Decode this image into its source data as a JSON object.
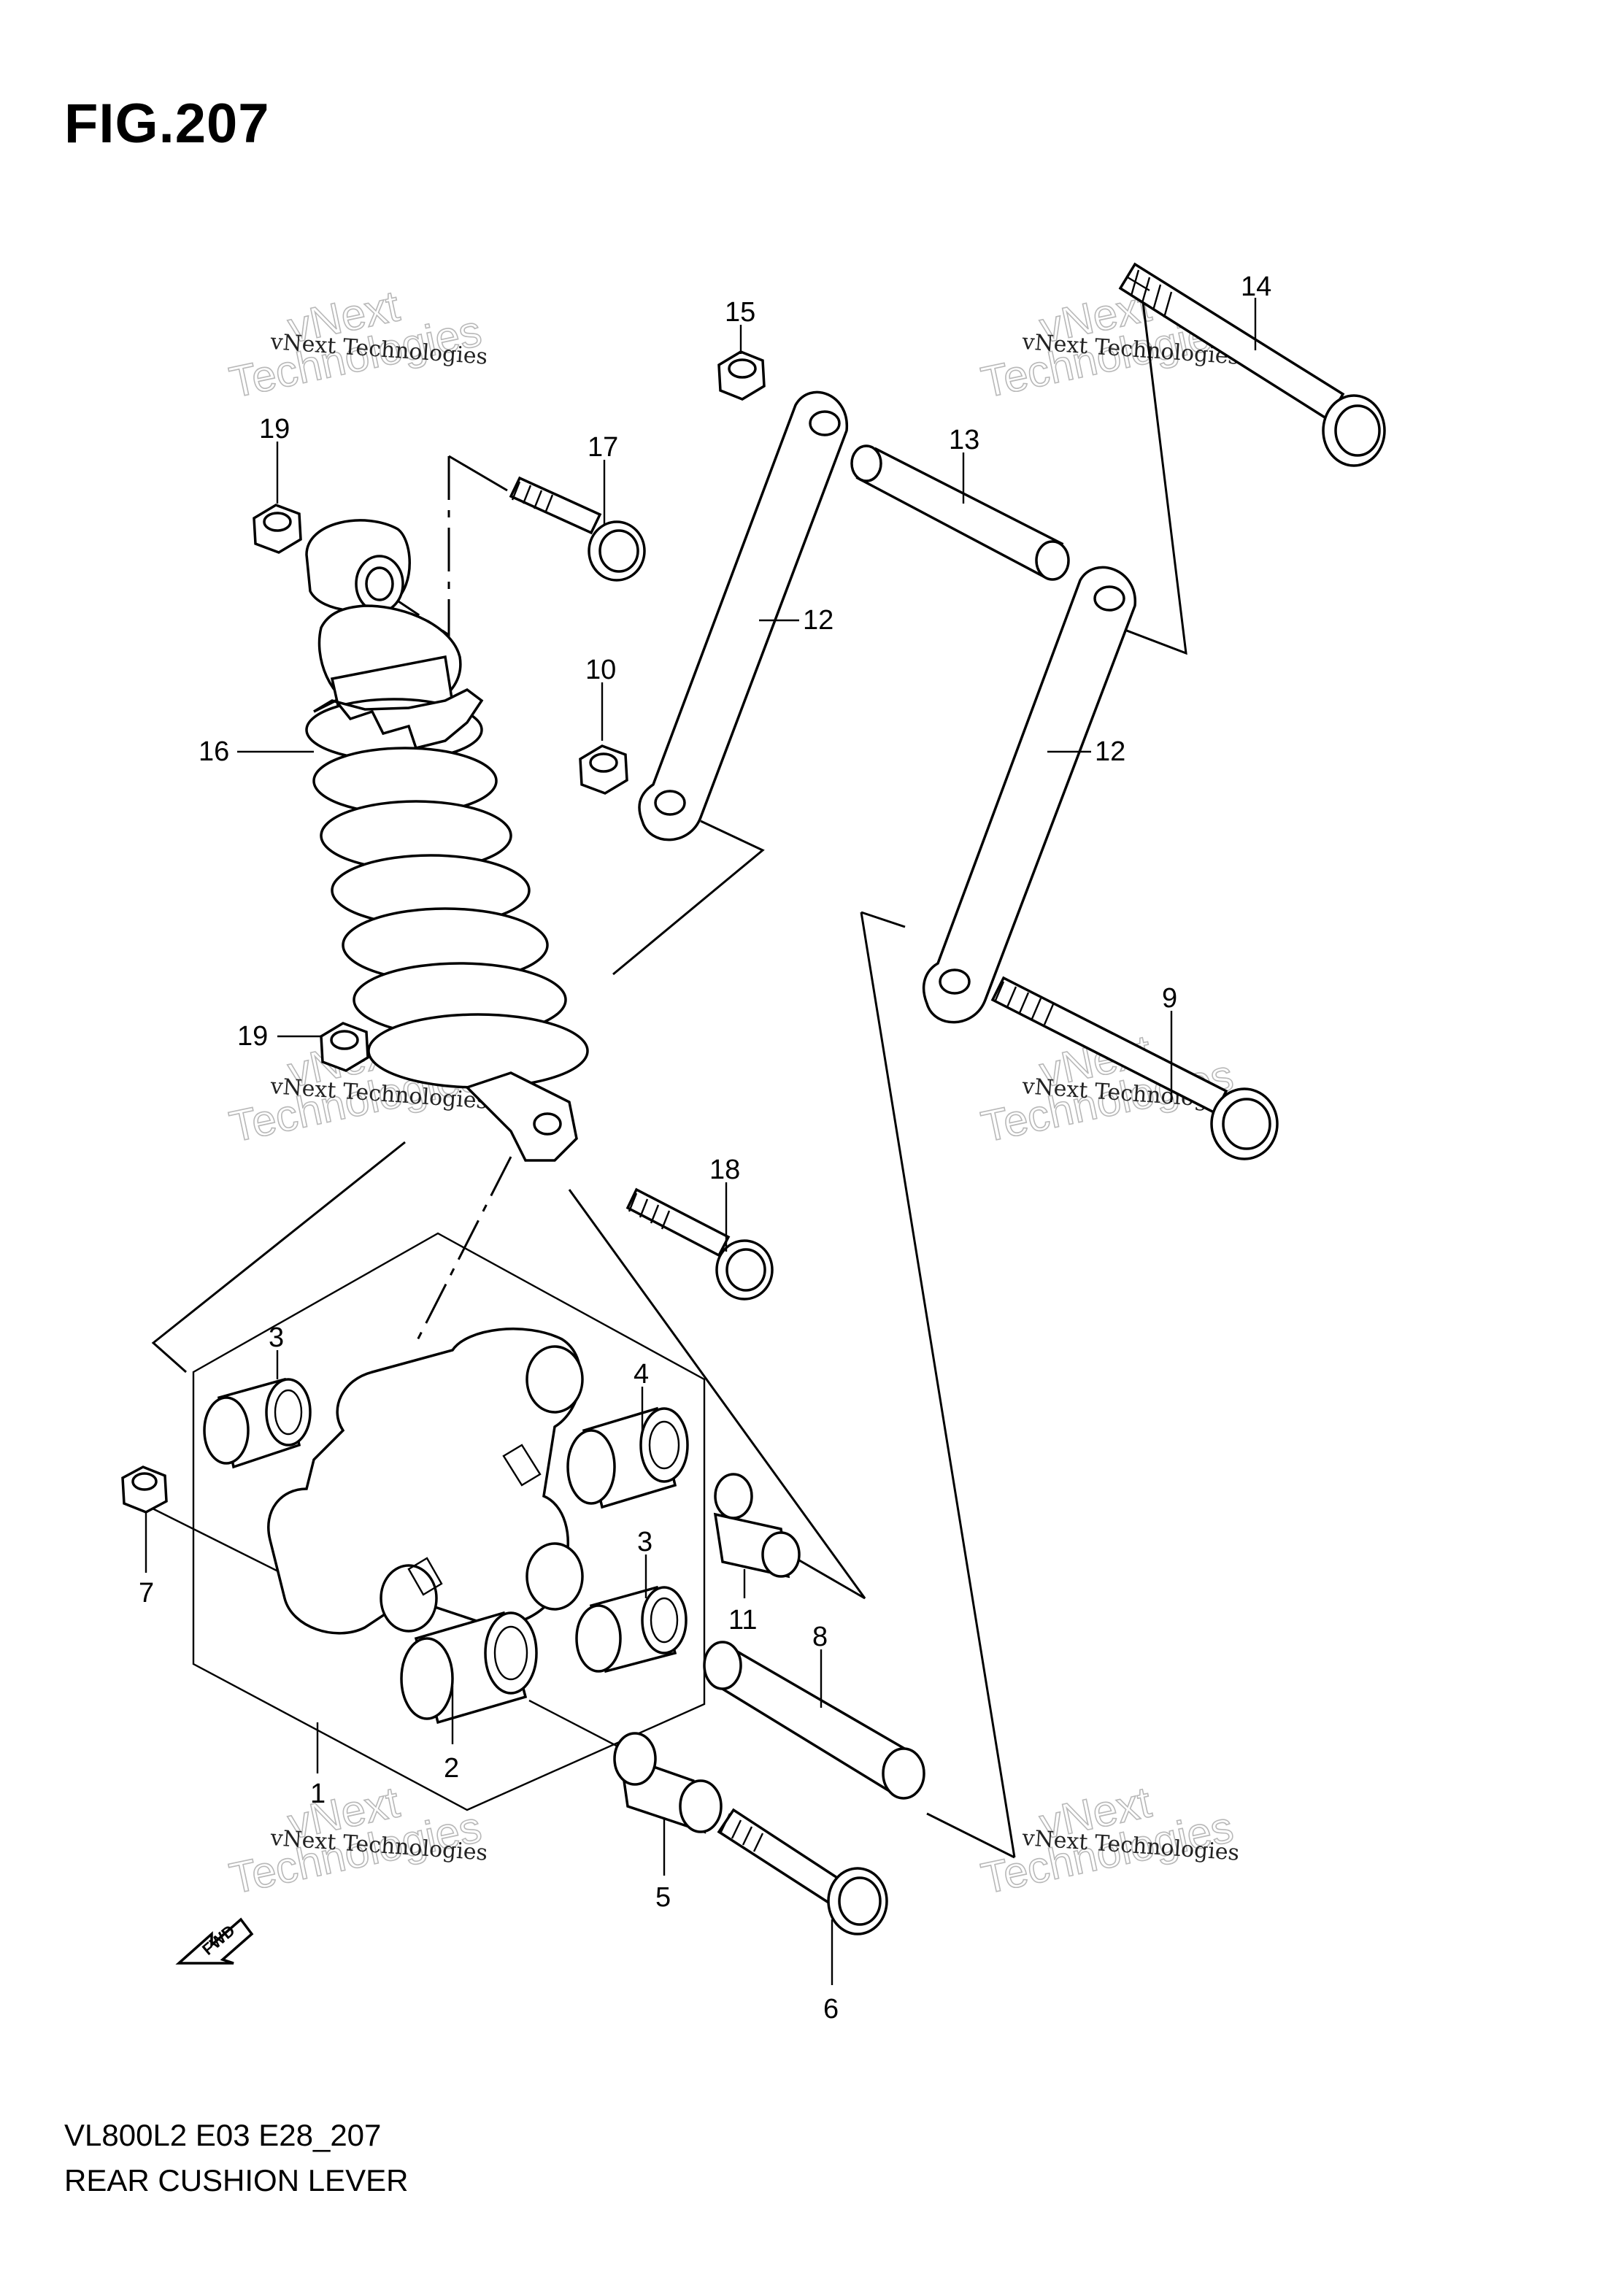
{
  "figure": {
    "title": "FIG.207",
    "code": "VL800L2 E03 E28_207",
    "caption": "REAR CUSHION LEVER"
  },
  "callouts": [
    {
      "id": "c1",
      "label": "1"
    },
    {
      "id": "c2",
      "label": "2"
    },
    {
      "id": "c3a",
      "label": "3"
    },
    {
      "id": "c3b",
      "label": "3"
    },
    {
      "id": "c4",
      "label": "4"
    },
    {
      "id": "c5",
      "label": "5"
    },
    {
      "id": "c6",
      "label": "6"
    },
    {
      "id": "c7",
      "label": "7"
    },
    {
      "id": "c8",
      "label": "8"
    },
    {
      "id": "c9",
      "label": "9"
    },
    {
      "id": "c10",
      "label": "10"
    },
    {
      "id": "c11",
      "label": "11"
    },
    {
      "id": "c12a",
      "label": "12"
    },
    {
      "id": "c12b",
      "label": "12"
    },
    {
      "id": "c13",
      "label": "13"
    },
    {
      "id": "c14",
      "label": "14"
    },
    {
      "id": "c15",
      "label": "15"
    },
    {
      "id": "c16",
      "label": "16"
    },
    {
      "id": "c17",
      "label": "17"
    },
    {
      "id": "c18",
      "label": "18"
    },
    {
      "id": "c19a",
      "label": "19"
    },
    {
      "id": "c19b",
      "label": "19"
    }
  ],
  "watermark": {
    "small": "vNext Technologies",
    "large_top": "vNext",
    "large_bottom": "Technologies"
  },
  "fwd_label": "FWD"
}
